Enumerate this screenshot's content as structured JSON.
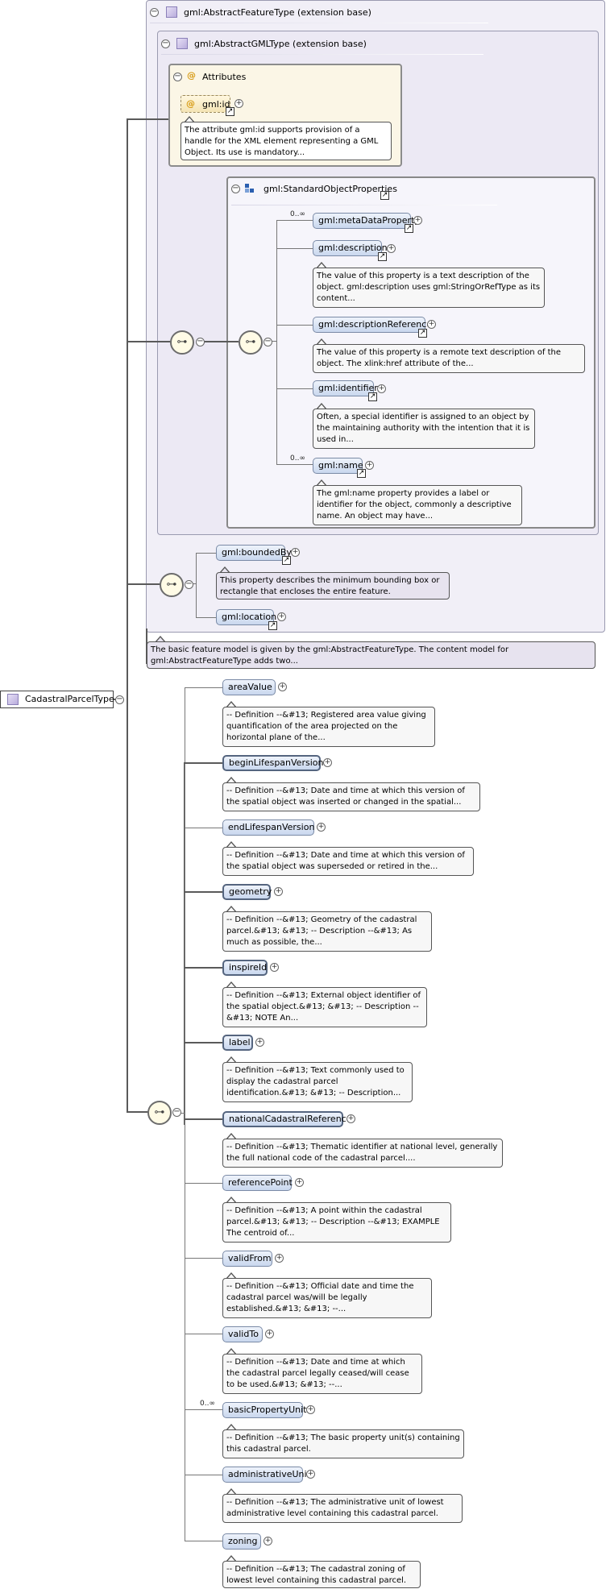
{
  "root": {
    "label": "CadastralParcelType"
  },
  "feature_base": {
    "title": "gml:AbstractFeatureType (extension base)"
  },
  "gml_base": {
    "title": "gml:AbstractGMLType (extension base)"
  },
  "attributes": {
    "title": "Attributes",
    "id_label": "gml:id",
    "id_note": "The attribute gml:id supports provision of a handle for the XML element representing a GML Object. Its use is mandatory..."
  },
  "std_props": {
    "title": "gml:StandardObjectProperties",
    "items": [
      {
        "label": "gml:metaDataProperty",
        "card": "0..∞",
        "note": ""
      },
      {
        "label": "gml:description",
        "card": "",
        "note": "The value of this property is a text description of the object. gml:description uses gml:StringOrRefType as its content..."
      },
      {
        "label": "gml:descriptionReference",
        "card": "",
        "note": "The value of this property is a remote text description of the object. The xlink:href attribute of the..."
      },
      {
        "label": "gml:identifier",
        "card": "",
        "note": "Often, a special identifier is assigned to an object by the maintaining authority with the intention that it is used in..."
      },
      {
        "label": "gml:name",
        "card": "0..∞",
        "note": "The gml:name property provides a label or identifier for the object, commonly a descriptive name. An object may have..."
      }
    ]
  },
  "feature_props": {
    "bounded_by": "gml:boundedBy",
    "bounded_by_note": "This property describes the minimum bounding box or rectangle that encloses the entire feature.",
    "location": "gml:location"
  },
  "feature_note": "The basic feature model is given by the gml:AbstractFeatureType. The content model for gml:AbstractFeatureType adds two...",
  "elements": [
    {
      "label": "areaValue",
      "card": "",
      "note": "-- Definition --&#13; Registered area value giving quantification of the area projected on the horizontal plane of the..."
    },
    {
      "label": "beginLifespanVersion",
      "card": "",
      "note": "-- Definition --&#13; Date and time at which this version of the spatial object was inserted or changed in the spatial..."
    },
    {
      "label": "endLifespanVersion",
      "card": "",
      "note": "-- Definition --&#13; Date and time at which this version of the spatial object was superseded or retired in the..."
    },
    {
      "label": "geometry",
      "card": "",
      "note": "-- Definition --&#13; Geometry of the cadastral parcel.&#13; &#13; -- Description --&#13; As much as possible, the..."
    },
    {
      "label": "inspireId",
      "card": "",
      "note": "-- Definition --&#13; External object identifier of the spatial object.&#13; &#13; -- Description --&#13; NOTE An..."
    },
    {
      "label": "label",
      "card": "",
      "note": "-- Definition --&#13; Text commonly used to display the cadastral parcel identification.&#13; &#13; -- Description..."
    },
    {
      "label": "nationalCadastralReference",
      "card": "",
      "note": "-- Definition --&#13; Thematic identifier at national level, generally the full national code of the cadastral parcel...."
    },
    {
      "label": "referencePoint",
      "card": "",
      "note": "-- Definition --&#13; A point within the cadastral parcel.&#13; &#13; -- Description --&#13; EXAMPLE The centroid of..."
    },
    {
      "label": "validFrom",
      "card": "",
      "note": "-- Definition --&#13; Official date and time the cadastral parcel was/will be legally established.&#13; &#13; --..."
    },
    {
      "label": "validTo",
      "card": "",
      "note": "-- Definition --&#13; Date and time at which the cadastral parcel legally ceased/will cease to be used.&#13; &#13; --..."
    },
    {
      "label": "basicPropertyUnit",
      "card": "0..∞",
      "note": "-- Definition --&#13; The basic property unit(s) containing this cadastral parcel."
    },
    {
      "label": "administrativeUnit",
      "card": "",
      "note": "-- Definition --&#13; The administrative unit of lowest administrative level containing this cadastral parcel."
    },
    {
      "label": "zoning",
      "card": "",
      "note": "-- Definition --&#13; The cadastral zoning of lowest level containing this cadastral parcel."
    }
  ],
  "symbols": {
    "plus": "+",
    "minus": "−",
    "arrow": "↗",
    "sequence": "⊶"
  },
  "colors": {
    "element_fill": "#c9d7ee",
    "group_fill": "#f1eff7",
    "attribute_fill": "#fbf6e6",
    "note_fill": "#f7f7f7"
  }
}
